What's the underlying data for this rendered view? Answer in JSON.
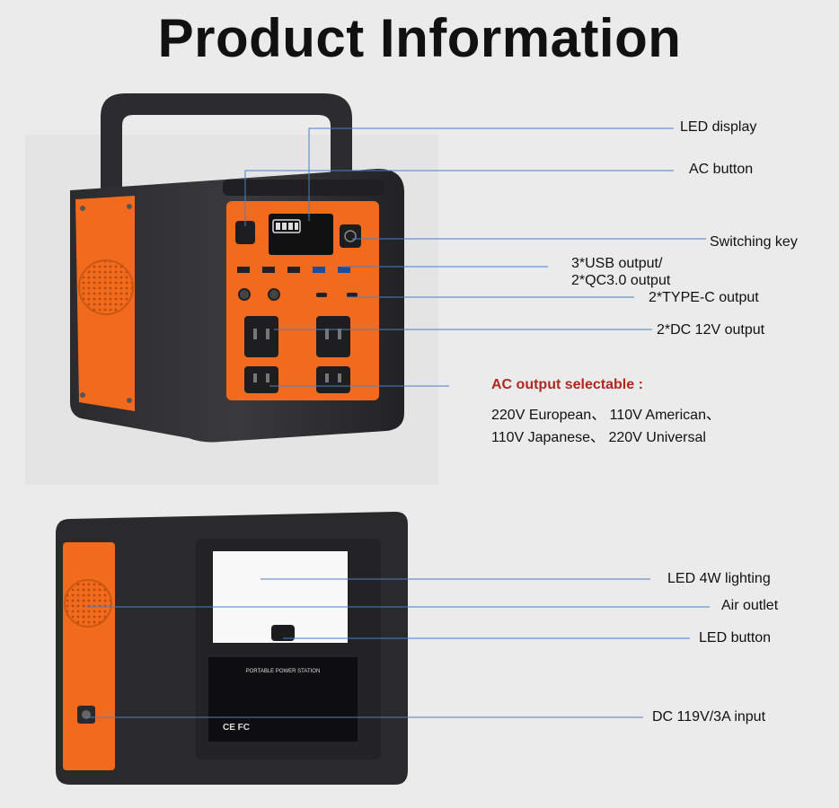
{
  "title": "Product Information",
  "front_callouts": {
    "led_display": "LED display",
    "ac_button": "AC button",
    "switching_key": "Switching key",
    "usb_output_line1": "3*USB output/",
    "usb_output_line2": "2*QC3.0 output",
    "type_c_output": "2*TYPE-C output",
    "dc_output": "2*DC 12V output"
  },
  "ac_output": {
    "title": "AC output selectable :",
    "line1": "220V European、 110V American、",
    "line2": "110V Japanese、 220V Universal"
  },
  "back_callouts": {
    "led_lighting": "LED 4W lighting",
    "air_outlet": "Air outlet",
    "led_button": "LED button",
    "dc_input": "DC 119V/3A input"
  },
  "device_text": {
    "rear_label_heading": "PORTABLE POWER STATION",
    "rear_label_marks": "CE FC"
  },
  "colors": {
    "accent_orange": "#f26b1d",
    "body_dark": "#2a2a2c",
    "callout_line": "#4a7fc8",
    "ac_title_red": "#b3261e"
  }
}
